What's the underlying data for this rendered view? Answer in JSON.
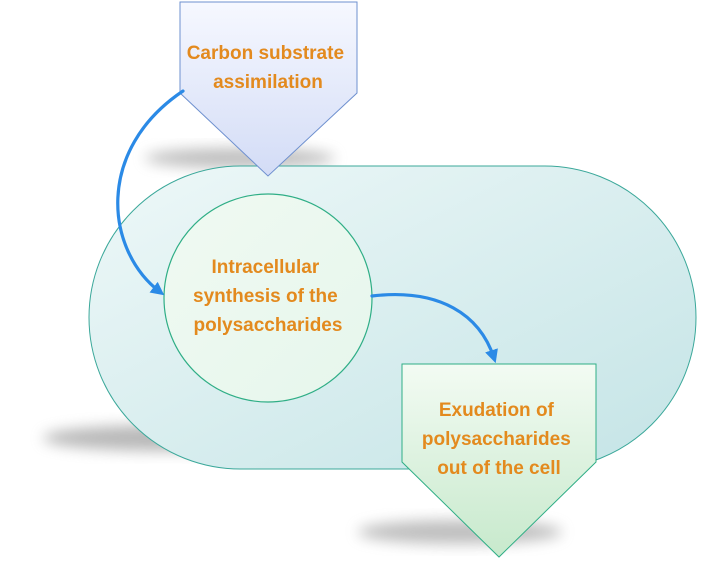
{
  "colors": {
    "text": "#e38a1e",
    "arrow": "#2b8ae6",
    "cell_fill_light": "#eef8f8",
    "cell_fill_dark": "#c4e4e6",
    "cell_stroke": "#3ba89a",
    "inner_fill": "#e6f6ec",
    "inner_stroke": "#2fae86",
    "input_fill_light": "#f6f8ff",
    "input_fill_dark": "#d3dcf6",
    "input_stroke": "#6e90cf",
    "output_fill_light": "#f3fbf3",
    "output_fill_dark": "#c7e9cc",
    "output_stroke": "#2fae86",
    "shadow": "#8a8a8a"
  },
  "nodes": {
    "input": {
      "lines": [
        "Carbon substrate",
        "assimilation"
      ]
    },
    "inner": {
      "lines": [
        "Intracellular",
        "synthesis of the",
        "polysaccharides"
      ]
    },
    "output": {
      "lines": [
        "Exudation of",
        "polysaccharides",
        "out of the cell"
      ]
    }
  },
  "connectors": [
    {
      "from": "input",
      "to": "inner",
      "icon": "curved-arrow"
    },
    {
      "from": "inner",
      "to": "output",
      "icon": "curved-arrow"
    }
  ]
}
